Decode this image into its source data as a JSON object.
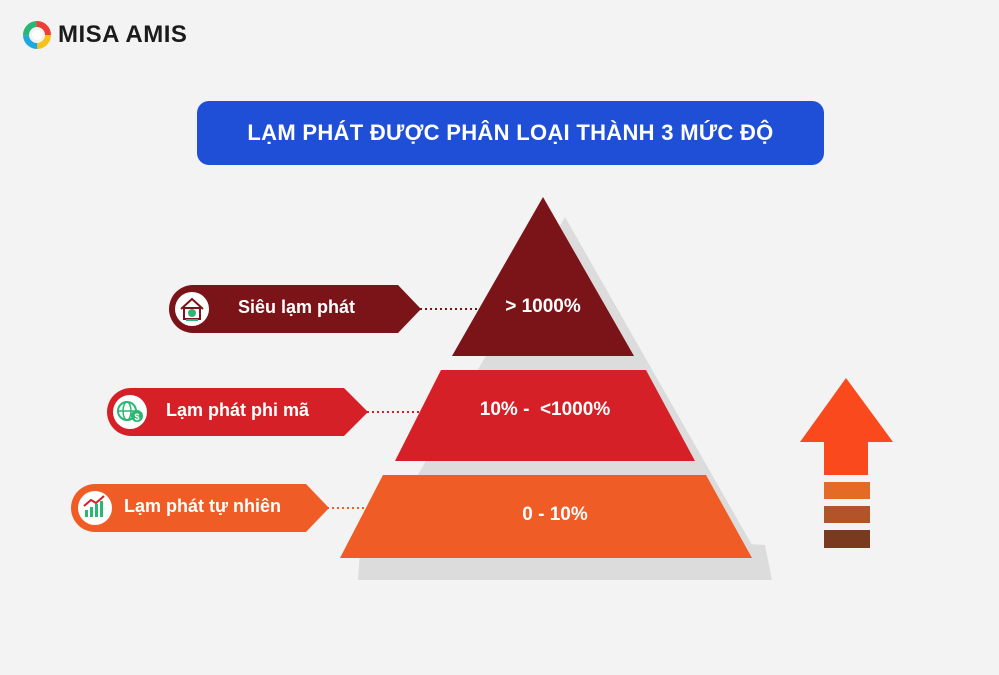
{
  "logo": {
    "text": "MISA AMIS",
    "icon": "misa-amis-logo-icon"
  },
  "title": "LẠM PHÁT ĐƯỢC PHÂN LOẠI THÀNH 3 MỨC ĐỘ",
  "levels": [
    {
      "name": "Siêu lạm phát",
      "range": "> 1000%",
      "color": "#7b1418",
      "icon": "house-money-icon"
    },
    {
      "name": "Lạm phát phi mã",
      "range": "10% -  <1000%",
      "color": "#d42026",
      "icon": "globe-money-icon"
    },
    {
      "name": "Lạm phát tự nhiên",
      "range": "0 - 10%",
      "color": "#ef5c25",
      "icon": "growth-chart-icon"
    }
  ],
  "arrow": {
    "icon": "up-arrow-icon",
    "color": "#fa4a1d",
    "bar_colors": [
      "#e56a25",
      "#b2532a",
      "#7a3a1f"
    ]
  },
  "colors": {
    "background": "#f3f3f3",
    "banner": "#1e4fd6",
    "shadow": "#dcdcdc"
  }
}
